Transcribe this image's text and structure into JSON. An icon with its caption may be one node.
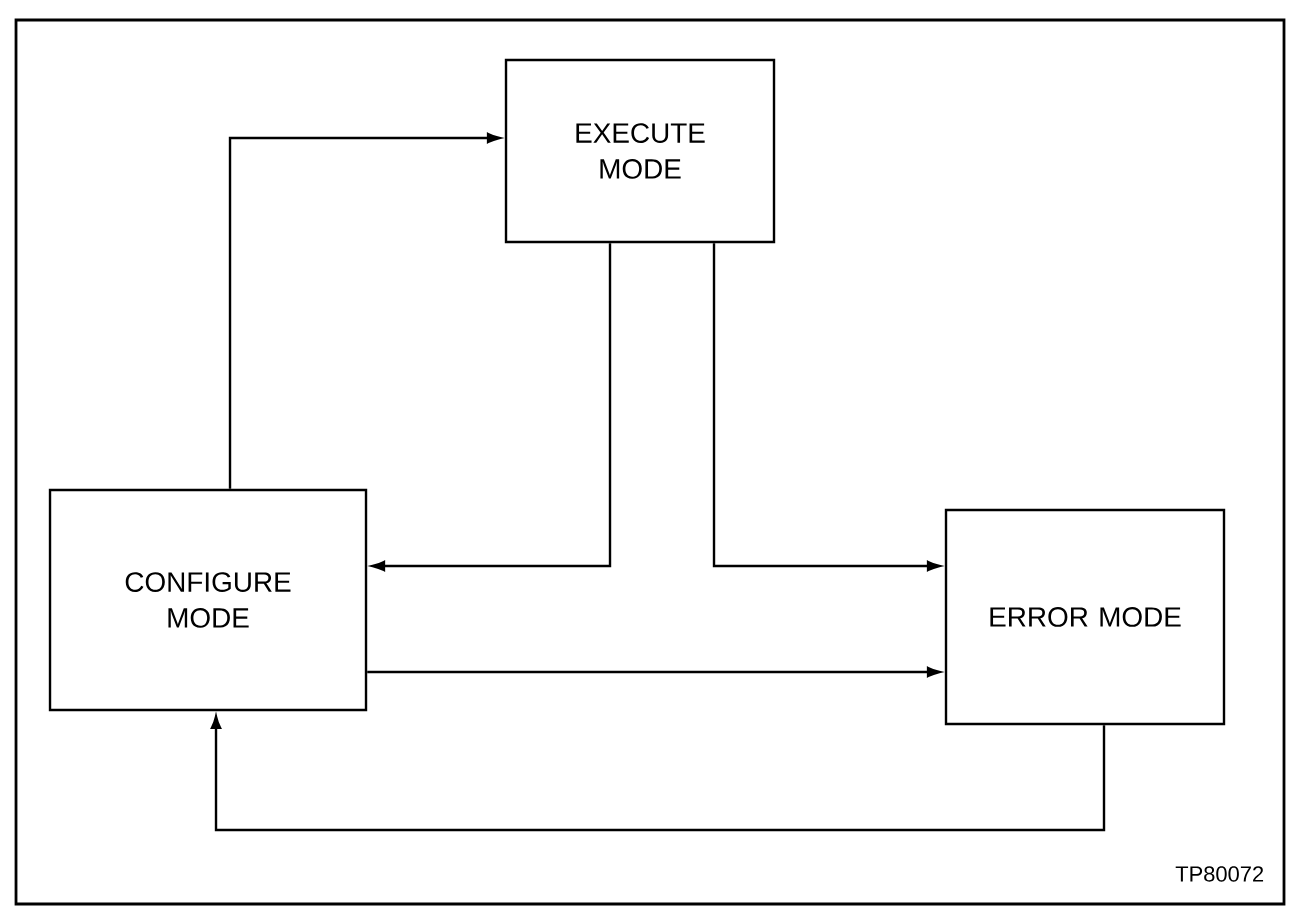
{
  "diagram": {
    "nodes": [
      {
        "text": [
          "EXECUTE MODE"
        ]
      },
      {
        "text": [
          "CONFIGURE MODE"
        ]
      },
      {
        "text": [
          "ERROR MODE"
        ]
      }
    ],
    "edges": [
      {
        "from": 1,
        "to": 0,
        "arrow": "to"
      },
      {
        "from": 0,
        "to": 1,
        "arrow": "to"
      },
      {
        "from": 0,
        "to": 2,
        "arrow": "to"
      },
      {
        "from": 1,
        "to": 2,
        "arrow": "to"
      },
      {
        "from": 2,
        "to": 1,
        "arrow": "to"
      }
    ],
    "labels": [
      "TP80072"
    ]
  }
}
